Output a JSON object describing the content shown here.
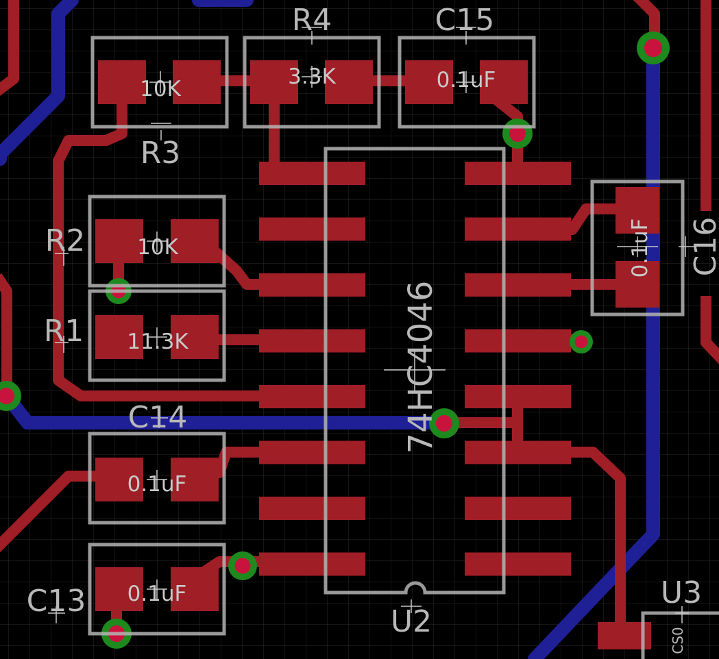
{
  "colors": {
    "background": "#000000",
    "grid": "#2a2a2a",
    "top_copper": "#a01e26",
    "bottom_copper": "#1f1f96",
    "via_ring": "#1e8a1e",
    "via_hole": "#c8143c",
    "silkscreen": "#b4b4b4"
  },
  "chip": {
    "refdes": "U2",
    "value": "74HC4046"
  },
  "components": [
    {
      "id": "R3",
      "refdes": "R3",
      "value": "10K"
    },
    {
      "id": "R4",
      "refdes": "R4",
      "value": "3.3K"
    },
    {
      "id": "C15",
      "refdes": "C15",
      "value": "0.1uF"
    },
    {
      "id": "R2",
      "refdes": "R2",
      "value": "10K"
    },
    {
      "id": "R1",
      "refdes": "R1",
      "value": "11.3K"
    },
    {
      "id": "C14",
      "refdes": "C14",
      "value": "0.1uF"
    },
    {
      "id": "C13",
      "refdes": "C13",
      "value": "0.1uF"
    },
    {
      "id": "C16",
      "refdes": "C16",
      "value": "0.1uF"
    }
  ],
  "u3": {
    "refdes": "U3",
    "partial_text": "CS0"
  },
  "icons": {
    "via": "via-icon",
    "origin_cross": "origin-cross-icon",
    "pin1_notch": "pin1-notch-icon"
  }
}
